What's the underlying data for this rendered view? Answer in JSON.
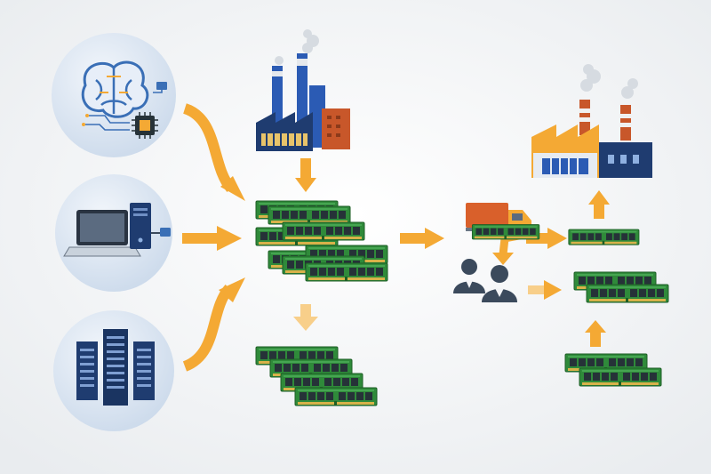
{
  "diagram": {
    "kind": "memory-supply-chain-flow",
    "text_labels": [],
    "nodes": [
      {
        "id": "demand-ai",
        "icon": "brain-chip-icon"
      },
      {
        "id": "demand-pc",
        "icon": "laptop-desktop-icon"
      },
      {
        "id": "demand-datacenter",
        "icon": "server-rack-icon"
      },
      {
        "id": "chip-fab",
        "icon": "semiconductor-fab-icon"
      },
      {
        "id": "memory-stock",
        "icon": "ram-modules-stack-icon"
      },
      {
        "id": "memory-reserve",
        "icon": "ram-modules-stack-icon"
      },
      {
        "id": "logistics",
        "icon": "delivery-truck-icon"
      },
      {
        "id": "buyers",
        "icon": "business-people-icon"
      },
      {
        "id": "customer-factory",
        "icon": "factory-icon"
      },
      {
        "id": "allocated-memory",
        "icon": "ram-modules-stack-icon"
      }
    ],
    "edges": [
      [
        "demand-ai",
        "memory-stock"
      ],
      [
        "demand-pc",
        "memory-stock"
      ],
      [
        "demand-datacenter",
        "memory-stock"
      ],
      [
        "chip-fab",
        "memory-stock"
      ],
      [
        "memory-stock",
        "memory-reserve"
      ],
      [
        "memory-stock",
        "logistics"
      ],
      [
        "logistics",
        "allocated-memory"
      ],
      [
        "buyers",
        "allocated-memory"
      ],
      [
        "allocated-memory",
        "customer-factory"
      ]
    ]
  },
  "colors": {
    "background": "#f4f5f7",
    "circle_fill": "#dbe6f2",
    "arrow": "#f4a934",
    "arrow_faded": "#f8cf8a",
    "pcb_green": "#2f8a3a",
    "chip": "#263238",
    "contact_gold": "#d8b24a",
    "navy": "#1f3c70",
    "royal_blue": "#2b5bb4",
    "brick": "#c8572a",
    "truck_orange": "#d9602b",
    "person": "#3b4a5c",
    "brain_blue": "#3a6fb6"
  }
}
